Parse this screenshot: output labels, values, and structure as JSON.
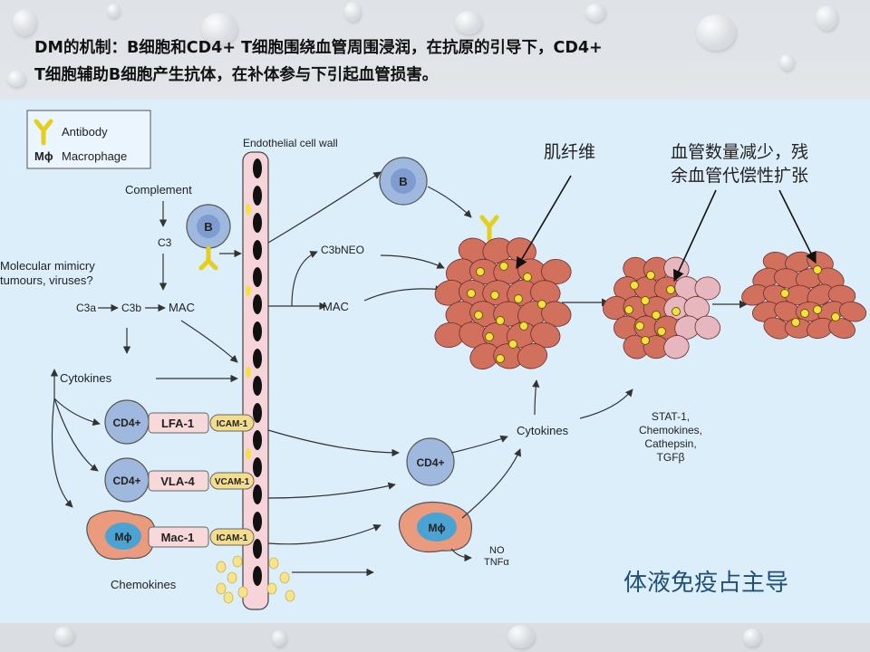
{
  "heading": {
    "line1": "DM的机制：B细胞和CD4+ T细胞围绕血管周围浸润，在抗原的引导下，CD4+",
    "line2": "T细胞辅助B细胞产生抗体，在补体参与下引起血管损害。"
  },
  "legend": {
    "antibody": "Antibody",
    "macrophage": "Macrophage",
    "macrophage_symbol": "Mϕ"
  },
  "labels": {
    "endothelial_wall": "Endothelial cell wall",
    "complement": "Complement",
    "c3": "C3",
    "molecular_mimicry_1": "Molecular mimicry",
    "molecular_mimicry_2": "tumours, viruses?",
    "c3a": "C3a",
    "c3b": "C3b",
    "mac_left": "MAC",
    "c3bneo": "C3bNEO",
    "mac_right": "MAC",
    "cytokines_left": "Cytokines",
    "chemokines": "Chemokines",
    "cytokines_right": "Cytokines",
    "no": "NO",
    "tnf": "TNFα",
    "stat1": "STAT-1,",
    "chemokines2": "Chemokines,",
    "cathepsin": "Cathepsin,",
    "tgfb": "TGFβ"
  },
  "cells": {
    "b_cell": "B",
    "cd4": "CD4+",
    "macrophage": "Mϕ"
  },
  "receptors": {
    "lfa1": "LFA-1",
    "vla4": "VLA-4",
    "mac1": "Mac-1",
    "icam1": "ICAM-1",
    "vcam1": "VCAM-1"
  },
  "annotations": {
    "muscle_fiber": "肌纤维",
    "vessel_reduction_1": "血管数量减少，残",
    "vessel_reduction_2": "余血管代偿性扩张",
    "humoral_immunity": "体液免疫占主导"
  },
  "colors": {
    "panel_bg": "#dceefa",
    "cell_blue": "#9fb8de",
    "muscle_red": "#d2705e",
    "capillary_yellow": "#f2e23a",
    "receptor_pink": "#f7d9d9",
    "adhesion_yellow": "#f3dd8a",
    "macrophage_orange": "#ea9b7d",
    "footer_text": "#1f4e79"
  }
}
